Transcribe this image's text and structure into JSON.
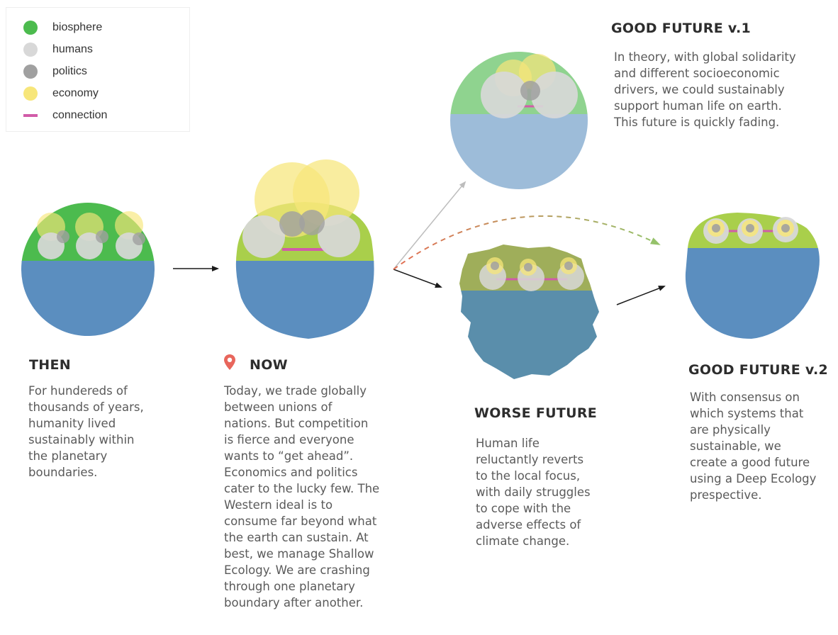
{
  "legend": {
    "items": [
      {
        "label": "biosphere",
        "color": "#4cbb4e",
        "kind": "dot"
      },
      {
        "label": "humans",
        "color": "#d8d8d8",
        "kind": "dot"
      },
      {
        "label": "politics",
        "color": "#a0a0a0",
        "kind": "dot"
      },
      {
        "label": "economy",
        "color": "#f7e67a",
        "kind": "dot"
      },
      {
        "label": "connection",
        "color": "#d15ca8",
        "kind": "line"
      }
    ]
  },
  "colors": {
    "ocean": "#5b8ebf",
    "ocean_light": "#9dbcd9",
    "ocean_worse": "#5a8eab",
    "biosphere_then": "#4cbb4e",
    "biosphere_now": "#a9cf4b",
    "biosphere_good1": "#8fd38f",
    "biosphere_worse": "#9fae5a",
    "connection": "#d15ca8",
    "pin": "#e8665c"
  },
  "stages": {
    "then": {
      "title": "THEN",
      "lines": [
        "For hundereds of",
        "thousands of years,",
        "humanity lived",
        "sustainably within",
        "the planetary",
        "boundaries."
      ]
    },
    "now": {
      "title": "NOW",
      "icon": "location-pin-icon",
      "lines": [
        "Today, we trade globally",
        "between unions of",
        "nations. But competition",
        "is fierce and everyone",
        "wants to “get ahead”.",
        "Economics and politics",
        "cater to the lucky few. The",
        "Western ideal is to",
        "consume far beyond what",
        "the earth can sustain. At",
        "best, we manage Shallow",
        "Ecology. We are crashing",
        "through one planetary",
        "boundary after another."
      ]
    },
    "good_future_v1": {
      "title": "GOOD FUTURE v.1",
      "lines": [
        "In theory, with global solidarity",
        "and different socioeconomic",
        "drivers, we could sustainably",
        "support human life on earth.",
        "This future is quickly fading."
      ]
    },
    "worse_future": {
      "title": "WORSE FUTURE",
      "lines": [
        "Human life",
        "reluctantly reverts",
        "to the local focus,",
        "with daily struggles",
        "to cope with the",
        "adverse effects of",
        "climate change."
      ]
    },
    "good_future_v2": {
      "title": "GOOD FUTURE v.2",
      "lines": [
        "With consensus on",
        "which systems that",
        "are physically",
        "sustainable, we",
        "create a good future",
        "using a Deep Ecology",
        "prespective."
      ]
    }
  }
}
